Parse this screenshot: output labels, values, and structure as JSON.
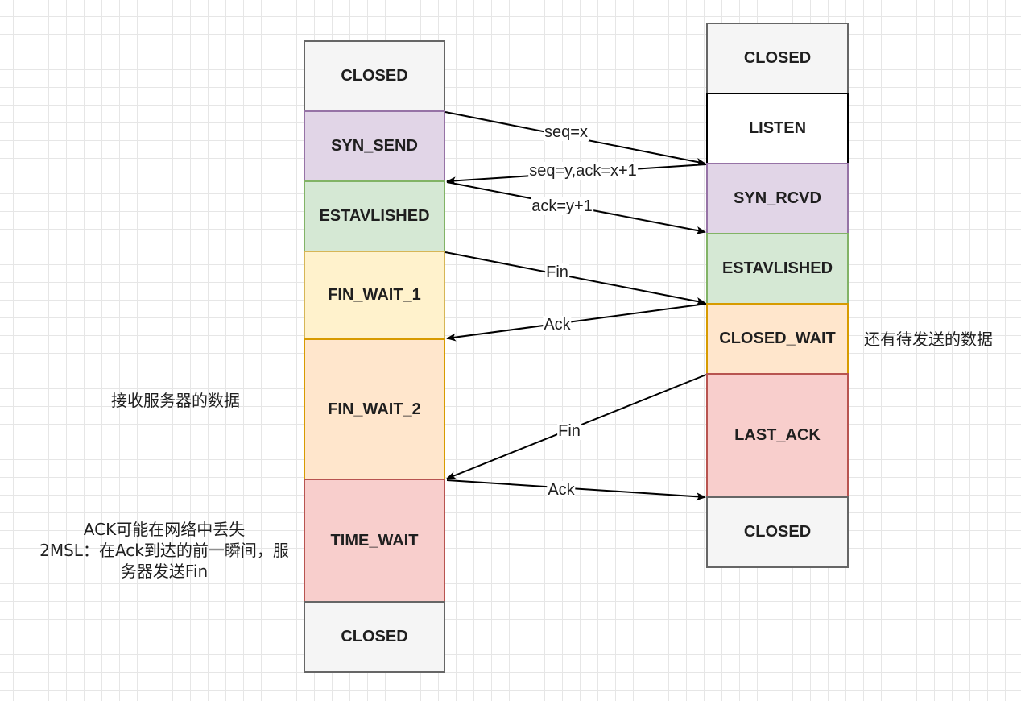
{
  "client_states": [
    {
      "label": "CLOSED",
      "style": "closed"
    },
    {
      "label": "SYN_SEND",
      "style": "purple"
    },
    {
      "label": "ESTAVLISHED",
      "style": "green"
    },
    {
      "label": "FIN_WAIT_1",
      "style": "yellow"
    },
    {
      "label": "FIN_WAIT_2",
      "style": "orange"
    },
    {
      "label": "TIME_WAIT",
      "style": "red"
    },
    {
      "label": "CLOSED",
      "style": "closed"
    }
  ],
  "server_states": [
    {
      "label": "CLOSED",
      "style": "closed"
    },
    {
      "label": "LISTEN",
      "style": "white"
    },
    {
      "label": "SYN_RCVD",
      "style": "purple"
    },
    {
      "label": "ESTAVLISHED",
      "style": "green"
    },
    {
      "label": "CLOSED_WAIT",
      "style": "orange"
    },
    {
      "label": "LAST_ACK",
      "style": "red"
    },
    {
      "label": "CLOSED",
      "style": "closed"
    }
  ],
  "messages": [
    {
      "label": "seq=x",
      "direction": "client-to-server"
    },
    {
      "label": "seq=y,ack=x+1",
      "direction": "server-to-client"
    },
    {
      "label": "ack=y+1",
      "direction": "client-to-server"
    },
    {
      "label": "Fin",
      "direction": "client-to-server"
    },
    {
      "label": "Ack",
      "direction": "server-to-client"
    },
    {
      "label": "Fin",
      "direction": "server-to-client"
    },
    {
      "label": "Ack",
      "direction": "client-to-server"
    }
  ],
  "notes": {
    "server_side": "还有待发送的数据",
    "client_fin_wait_2": "接收服务器的数据",
    "time_wait_lines": [
      "ACK可能在网络中丢失",
      "2MSL：在Ack到达的前一瞬间，服",
      "务器发送Fin"
    ]
  },
  "colors": {
    "closed": "#f5f5f5",
    "purple": "#e1d5e7",
    "green": "#d5e8d4",
    "yellow": "#fff2cc",
    "orange": "#ffe6cc",
    "red": "#f8cecc",
    "arrow": "#000000"
  }
}
